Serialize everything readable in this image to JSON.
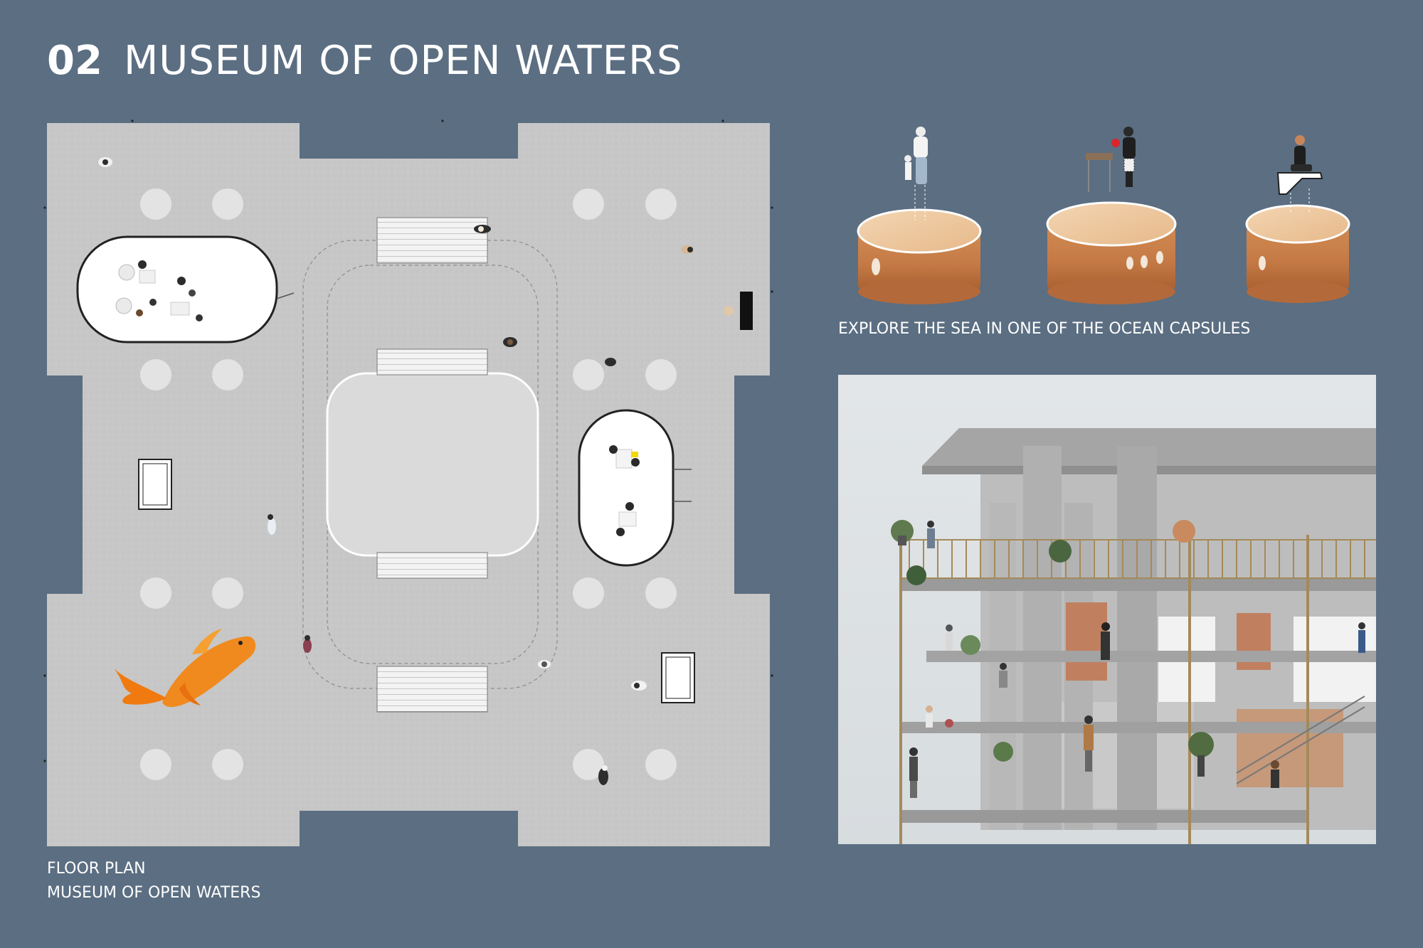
{
  "header": {
    "number": "02",
    "title": "MUSEUM OF OPEN WATERS"
  },
  "floor_plan": {
    "caption_line1": "FLOOR PLAN",
    "caption_line2": "MUSEUM OF OPEN WATERS"
  },
  "capsules": {
    "caption": "EXPLORE THE SEA IN ONE OF THE OCEAN CAPSULES"
  },
  "colors": {
    "background": "#5b6e82",
    "floor": "#c6c6c6",
    "column": "#e3e3e3",
    "wood": "#c57a45",
    "koi": "#f08a1e"
  }
}
